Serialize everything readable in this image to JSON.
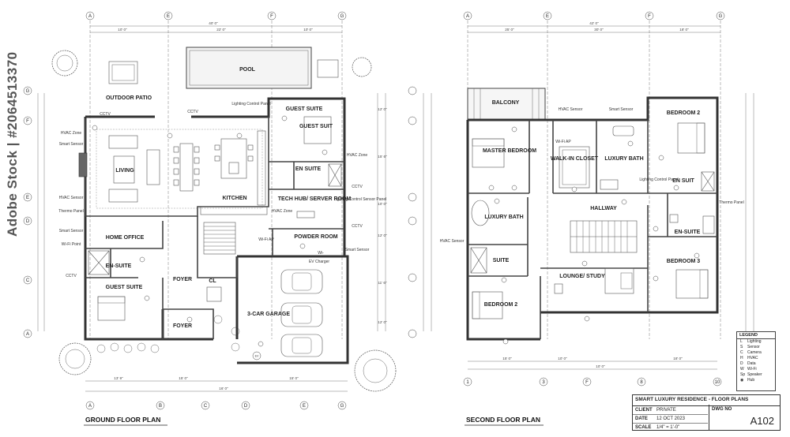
{
  "watermark": "Adobe Stock | #2064513370",
  "ground": {
    "title": "GROUND FLOOR PLAN",
    "grid_top": [
      "A",
      "E",
      "F",
      "G"
    ],
    "grid_bottom": [
      "A",
      "B",
      "C",
      "D",
      "E",
      "G"
    ],
    "grid_left": [
      "G",
      "F",
      "E",
      "D",
      "C",
      "A"
    ],
    "dims_top": [
      "40' 0\"",
      "10' 0\"",
      "22' 0\"",
      "10' 0\""
    ],
    "dims_bottom": [
      "13' 9\"",
      "15' 0\"",
      "16' 0\"",
      "15' 0\""
    ],
    "dims_side": [
      "12' 0\"",
      "15' 6\"",
      "10' 0\"",
      "12' 0\"",
      "11' 6\"",
      "12' 0\""
    ],
    "rooms": {
      "pool": "POOL",
      "patio": "OUTDOOR PATIO",
      "living": "LIVING",
      "kitchen": "KITCHEN",
      "guest_suite": "GUEST SUITE",
      "guest_suit": "GUEST SUIT",
      "en_suite": "EN SUITE",
      "tech_hub": "TECH HUB/ SERVER ROOM",
      "powder": "POWDER ROOM",
      "home_office": "HOME OFFICE",
      "en_suite2": "EN-SUITE",
      "guest_suite2": "GUEST SUITE",
      "foyer": "FOYER",
      "foyer2": "FOYER",
      "garage": "3-CAR GARAGE",
      "cl": "CL"
    },
    "labels": {
      "cctv1": "CCTV",
      "cctv2": "CCTV",
      "cctv3": "CCTV",
      "cctv4": "CCTV",
      "cctv5": "CCTV",
      "lighting": "Lighting Control Panel",
      "hvac_zone": "HVAC Zone",
      "smart_sensor": "Smart Sensor",
      "hvac_sensor": "HVAC Sensor",
      "thermo": "Thermo Panel",
      "smart_sensor2": "Smart Sensor",
      "wifi": "Wi-Fi Point",
      "hvac_zone2": "HVAC Zone",
      "lighting2": "Lighting Control Sensor Panel",
      "hvac_zone3": "HVAC Zone",
      "smart_sensor3": "Smart Sensor",
      "ev": "EV Charger",
      "wifi2": "Wi-Fi AP",
      "wi": "Wi-",
      "ev_short": "EV"
    }
  },
  "second": {
    "title": "SECOND FLOOR PLAN",
    "grid_top": [
      "A",
      "E",
      "F",
      "G"
    ],
    "grid_bottom": [
      "1",
      "3",
      "F",
      "8",
      "10"
    ],
    "dims_top": [
      "42' 0\"",
      "25' 0\"",
      "30' 0\"",
      "18' 0\""
    ],
    "dims_bottom": [
      "15' 0\"",
      "10' 0\"",
      "10' 0\"",
      "18' 0\""
    ],
    "rooms": {
      "balcony": "BALCONY",
      "master": "MASTER BEDROOM",
      "walkin": "WALK-IN CLOSET",
      "luxury_bath": "LUXURY BATH",
      "bedroom2": "BEDROOM 2",
      "en_suit": "EN SUIT",
      "hallway": "HALLWAY",
      "luxury_bath2": "LUXURY BATH",
      "ensuite": "EN-SUITE",
      "suite": "SUITE",
      "lounge": "LOUNGE/ STUDY",
      "bedroom2b": "BEDROOM 2",
      "bedroom3": "BEDROOM 3"
    },
    "labels": {
      "hvac_sensor": "HVAC Sensor",
      "smart_sensor": "Smart Sensor",
      "wifi": "Wi-Fi AP",
      "lighting": "Lighting Control Panel",
      "thermo": "Thermo Panel",
      "hvac_sensor2": "HVAC Sensor"
    }
  },
  "legend": {
    "title": "LEGEND",
    "items": [
      {
        "sym": "L",
        "label": "Lighting"
      },
      {
        "sym": "S",
        "label": "Sensor"
      },
      {
        "sym": "C",
        "label": "Camera"
      },
      {
        "sym": "H",
        "label": "HVAC"
      },
      {
        "sym": "D",
        "label": "Data"
      },
      {
        "sym": "W",
        "label": "Wi-Fi"
      },
      {
        "sym": "Sp",
        "label": "Speaker"
      },
      {
        "sym": "◉",
        "label": "Hub"
      }
    ]
  },
  "title_block": {
    "title": "SMART LUXURY RESIDENCE - FLOOR PLANS",
    "client_k": "CLIENT",
    "client_v": "PRIVATE",
    "date_k": "DATE",
    "date_v": "12 OCT 2023",
    "scale_k": "SCALE",
    "scale_v": "1/4\" = 1'-0\"",
    "dwg_k": "DWG NO",
    "dwg_v": "A102"
  }
}
